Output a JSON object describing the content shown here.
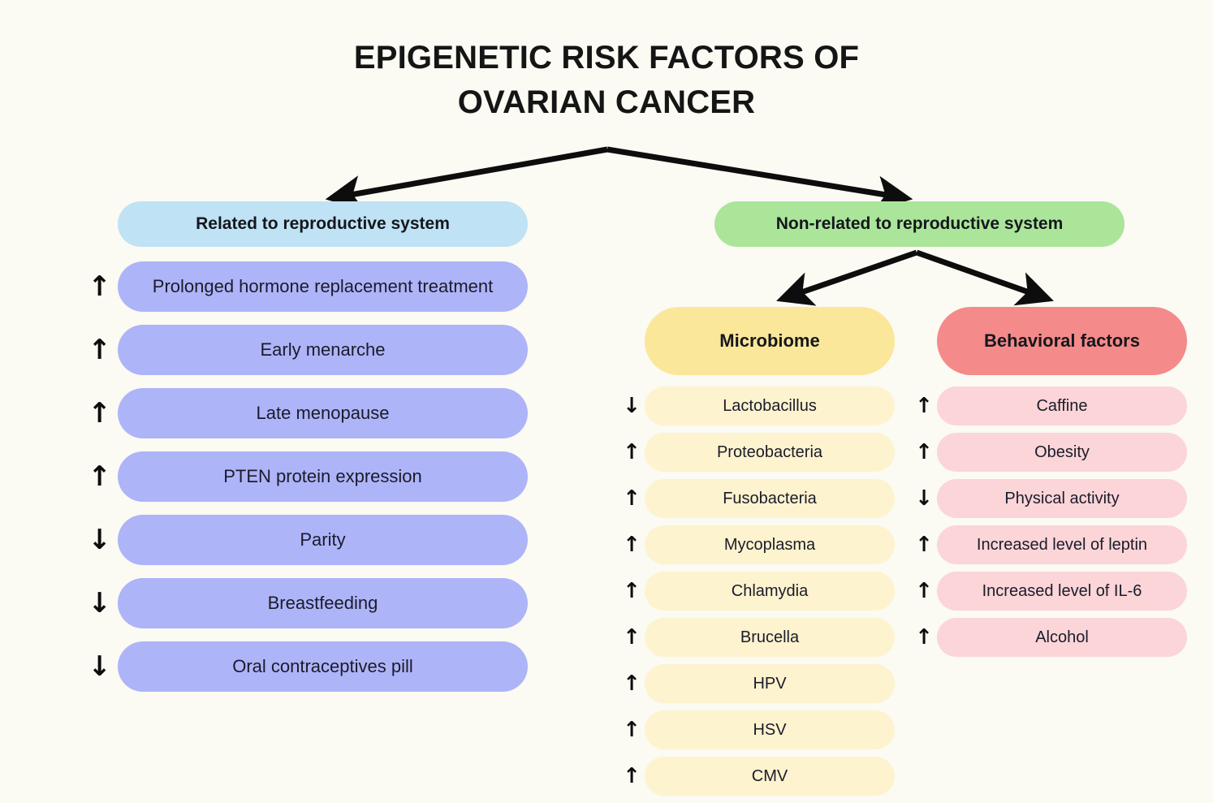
{
  "title": {
    "line1": "EPIGENETIC RISK FACTORS OF",
    "line2": "OVARIAN CANCER"
  },
  "colors": {
    "background": "#FBFAF3",
    "repro_header": "#BFE2F5",
    "repro_item": "#AEB4F8",
    "nonrepro_header": "#ABE59A",
    "microbiome_header": "#FBE79A",
    "microbiome_item": "#FDF3CE",
    "behavioral_header": "#F58A8A",
    "behavioral_item": "#FBD5D7",
    "arrow": "#0D0D0D",
    "text": "#1B1B2B"
  },
  "branches": {
    "reproductive": {
      "header": "Related to reproductive system",
      "items": [
        {
          "label": "Prolonged hormone replacement treatment",
          "direction": "up",
          "arrow_glyph": "↑"
        },
        {
          "label": "Early menarche",
          "direction": "up",
          "arrow_glyph": "↑"
        },
        {
          "label": "Late menopause",
          "direction": "up",
          "arrow_glyph": "↑"
        },
        {
          "label": "PTEN protein expression",
          "direction": "up",
          "arrow_glyph": "↑"
        },
        {
          "label": "Parity",
          "direction": "down",
          "arrow_glyph": "↓"
        },
        {
          "label": "Breastfeeding",
          "direction": "down",
          "arrow_glyph": "↓"
        },
        {
          "label": "Oral contraceptives pill",
          "direction": "down",
          "arrow_glyph": "↓"
        }
      ]
    },
    "non_reproductive": {
      "header": "Non-related to reproductive system",
      "microbiome": {
        "header": "Microbiome",
        "items": [
          {
            "label": "Lactobacillus",
            "direction": "down",
            "arrow_glyph": "↓"
          },
          {
            "label": "Proteobacteria",
            "direction": "up",
            "arrow_glyph": "↑"
          },
          {
            "label": "Fusobacteria",
            "direction": "up",
            "arrow_glyph": "↑"
          },
          {
            "label": "Mycoplasma",
            "direction": "up",
            "arrow_glyph": "↑"
          },
          {
            "label": "Chlamydia",
            "direction": "up",
            "arrow_glyph": "↑"
          },
          {
            "label": "Brucella",
            "direction": "up",
            "arrow_glyph": "↑"
          },
          {
            "label": "HPV",
            "direction": "up",
            "arrow_glyph": "↑"
          },
          {
            "label": "HSV",
            "direction": "up",
            "arrow_glyph": "↑"
          },
          {
            "label": "CMV",
            "direction": "up",
            "arrow_glyph": "↑"
          }
        ]
      },
      "behavioral": {
        "header": "Behavioral factors",
        "items": [
          {
            "label": "Caffine",
            "direction": "up",
            "arrow_glyph": "↑"
          },
          {
            "label": "Obesity",
            "direction": "up",
            "arrow_glyph": "↑"
          },
          {
            "label": "Physical activity",
            "direction": "down",
            "arrow_glyph": "↓"
          },
          {
            "label": "Increased level of leptin",
            "direction": "up",
            "arrow_glyph": "↑"
          },
          {
            "label": "Increased level of IL-6",
            "direction": "up",
            "arrow_glyph": "↑"
          },
          {
            "label": "Alcohol",
            "direction": "up",
            "arrow_glyph": "↑"
          }
        ]
      }
    }
  }
}
